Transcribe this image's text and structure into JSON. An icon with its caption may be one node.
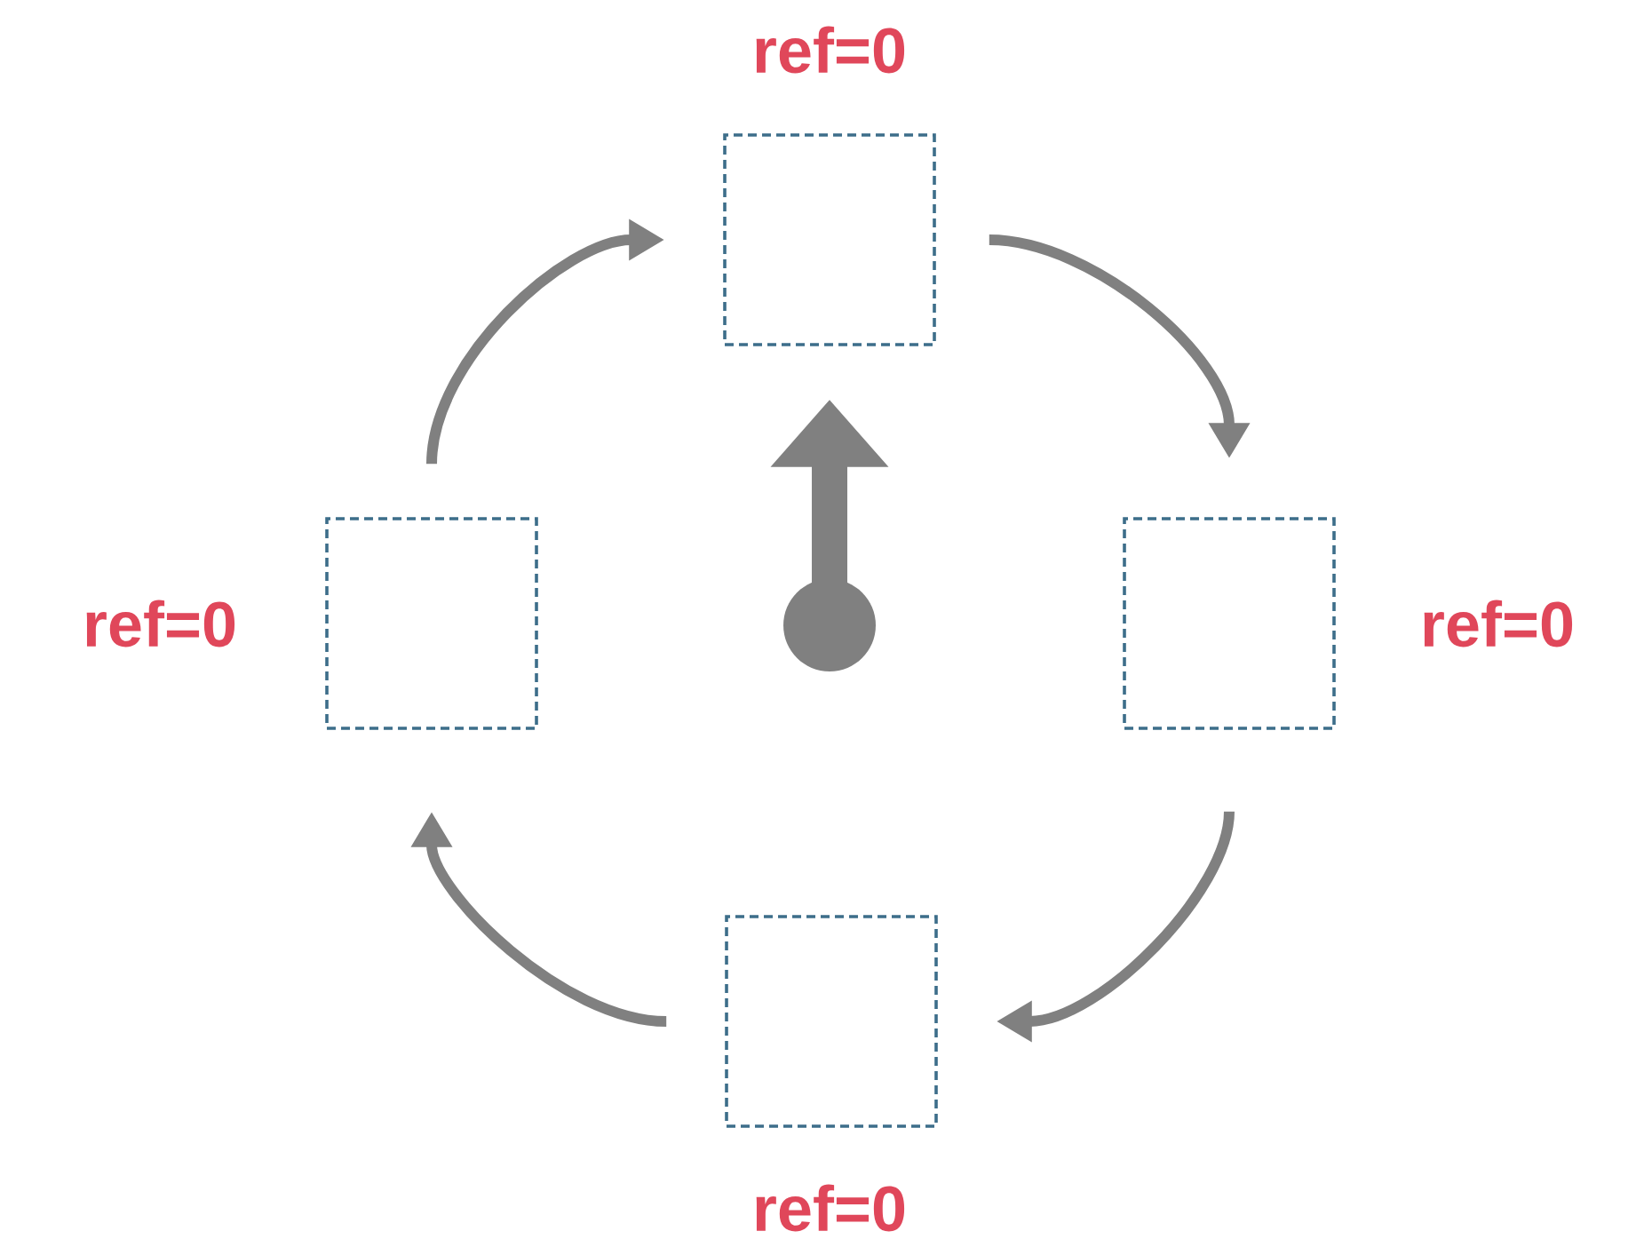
{
  "diagram": {
    "nodes": [
      {
        "text": [],
        "shape": "box",
        "beside": [
          "ref=0"
        ]
      },
      {
        "text": [],
        "shape": "box",
        "beside": [
          "ref=0"
        ]
      },
      {
        "text": [],
        "shape": "box",
        "beside": [
          "ref=0"
        ]
      },
      {
        "text": [],
        "shape": "box",
        "beside": [
          "ref=0"
        ]
      },
      {
        "text": [],
        "shape": "circle"
      }
    ],
    "edges": [
      {
        "from": 0,
        "to": 2,
        "arrow": "to"
      },
      {
        "from": 2,
        "to": 3,
        "arrow": "to"
      },
      {
        "from": 3,
        "to": 1,
        "arrow": "to"
      },
      {
        "from": 1,
        "to": 0,
        "arrow": "to"
      },
      {
        "from": 4,
        "to": 0,
        "arrow": "to",
        "style": "thick"
      }
    ]
  }
}
